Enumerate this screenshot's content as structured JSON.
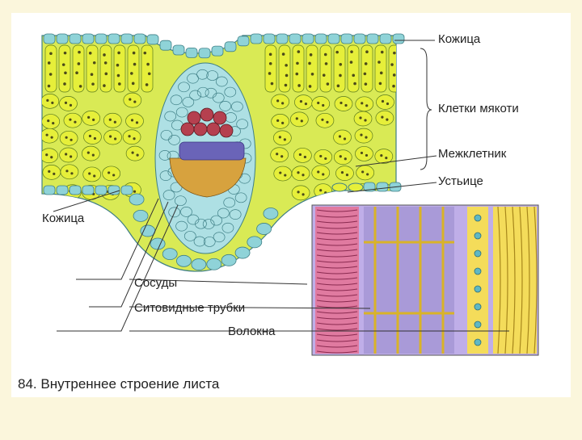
{
  "labels": {
    "epidermis_top": "Кожица",
    "mesophyll": "Клетки мякоти",
    "intercellular": "Межклетник",
    "stomata": "Устьице",
    "epidermis_bottom": "Кожица",
    "vessels": "Сосуды",
    "sieve_tubes": "Ситовидные трубки",
    "fibers": "Волокна"
  },
  "caption": "84. Внутреннее строение листа",
  "colors": {
    "background": "#fbf6dc",
    "panel": "#ffffff",
    "epidermis": "#8fd3d8",
    "mesophyll": "#e6ef3a",
    "chloroplast": "#4c4a1a",
    "bundle_sheath": "#aee0e4",
    "xylem": "#b5404f",
    "cambium": "#6a64b8",
    "phloem": "#d7a23e",
    "vessel_pink": "#e07aa0",
    "sieve_purple": "#a99ad8",
    "fiber_yellow": "#f4dc5a"
  }
}
